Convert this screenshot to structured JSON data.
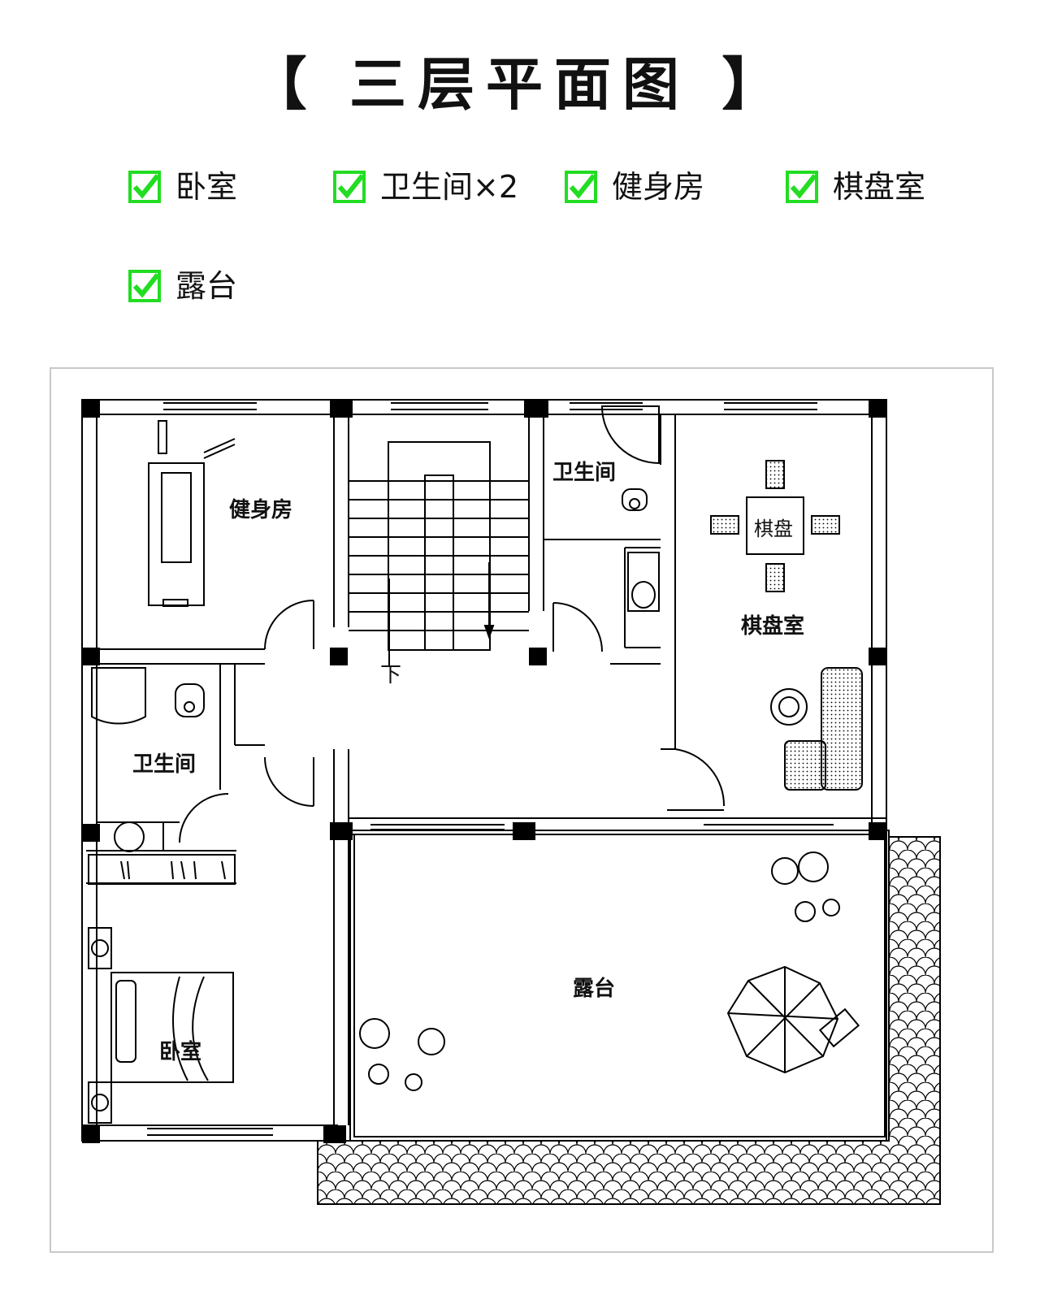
{
  "title": "【 三层平面图 】",
  "features": [
    "卧室",
    "卫生间×2",
    "健身房",
    "棋盘室",
    "露台"
  ],
  "rooms": {
    "gym": "健身房",
    "bath_top": "卫生间",
    "chess": "棋盘室",
    "bath_left": "卫生间",
    "terrace": "露台",
    "bedroom": "卧室",
    "stair_down": "下",
    "chess_table": "棋盘"
  },
  "colors": {
    "check": "#22dd22",
    "wall": "#000000",
    "frame": "#c8c8c8"
  }
}
